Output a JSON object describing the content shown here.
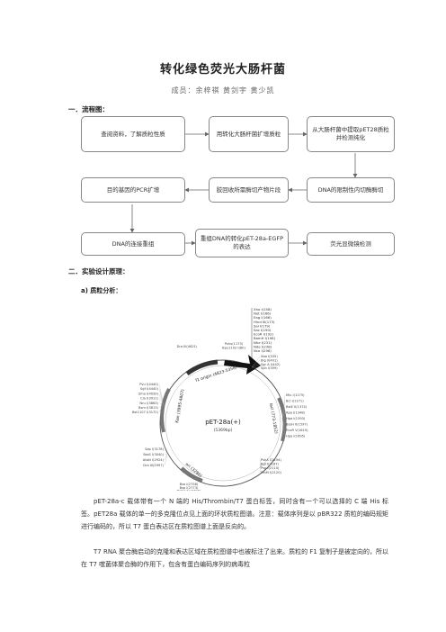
{
  "title": "转化绿色荧光大肠杆菌",
  "members": "成员：余梓祺 黄剑宇 黄少凯",
  "section1": "一．流程图：",
  "flow": {
    "b1": "查阅资料，了解质粒性质",
    "b2": "用转化大肠杆菌扩增质粒",
    "b3": "从大肠杆菌中提取pET28质粒并检测纯化",
    "b4": "目的基因的PCR扩增",
    "b5": "胶回收所需酶切产物片段",
    "b6": "DNA的限制性内切酶酶切",
    "b7": "DNA的连接重组",
    "b8": "重组DNA的转化pET-28a-EGFP的表达",
    "b9": "荧光显微镜检测"
  },
  "section2": "二．实验设计原理：",
  "sub_a": "a)  质粒分析：",
  "plasmid": {
    "name": "pET-28a(+)",
    "size": "(5369bp)",
    "f1_origin": "f1 origin (4823-5358)",
    "kan": "Kan (3995-4807)",
    "lacI": "lacI (773-1852)",
    "ori": "ori (3286)",
    "mcs_list": [
      "Xho I(158)",
      "Not I(166)",
      "Eag I(166)",
      "Hind III(173)",
      "Sal I(179)",
      "Sac I(190)",
      "EcoR I(192)",
      "BamH I(198)",
      "Nhe I(231)",
      "Nde I(238)",
      "Nco I(296)"
    ],
    "sites_top_left": [
      "Dra III(4621)"
    ],
    "sites_top_mid": [
      "Pshu(1173)",
      "Bpu1102 I(80)"
    ],
    "sites_right_top": [
      "Xba I(335)",
      "Blg II(401)",
      "Sgr A I(442)",
      "Sph I(509)"
    ],
    "sites_left": [
      "Pvu I(4440)",
      "Sgf I(4440)",
      "Sma I(4039)",
      "Cla I(3911)",
      "Nru I(3863)",
      "Bsm I(3813)",
      "Bst1107 I(3172)"
    ],
    "sites_right": [
      "Mlu I(1175)",
      "Bcl I(1171)",
      "BstE II(1374)",
      "Apa I(1348)",
      "Hpa I(1393)",
      "BssH II(1597)",
      "EcoR V(1619)",
      "Hpa I(1695)"
    ],
    "sites_bottom_left": [
      "Sap I(3178)",
      "BssS I(3040)",
      "AlwN I(2924)",
      "Dra III(2997)"
    ],
    "sites_bottom": [
      "Bsa I(2758)",
      "Bsp I(2773)",
      "Bst117 I(2700)",
      "Tth111 I(2505)"
    ],
    "sites_bottom_right": [
      "PshA I(2194)",
      "Bgl I(2187)",
      "Psp I(2110)",
      "PfoM I(2120)"
    ]
  },
  "paragraph1": "pET-28a-c 载体带有一个 N 端的 His/Thrombin/T7 蛋白标签，同时含有一个可以选择的 C 端 His 标签。pET28a 载体的单一的多克隆位点见上面的环状质粒图谱。注意：载体序列是以 pBR322 质粒的编码规矩进行编码的，所以 T7 蛋白表达区在质粒图谱上面是反向的。",
  "paragraph2": "T7 RNA 聚合酶启动的克隆和表达区域在质粒图谱中也被标注了出来。质粒的 F1 复制子是被定向的，所以在 T7 噬菌体聚合酶的作用下，包含有蛋白编码序列的病毒粒"
}
